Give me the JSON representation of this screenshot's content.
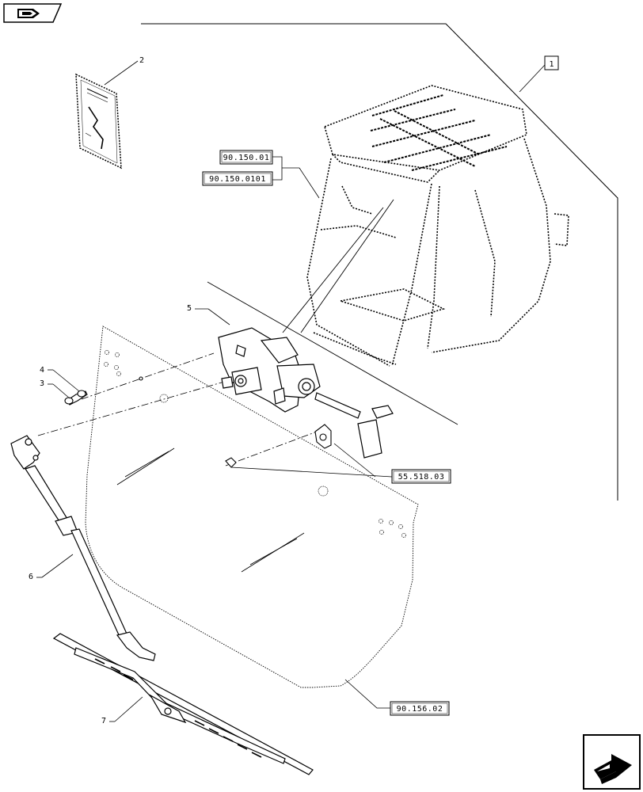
{
  "callouts": {
    "c1": "1",
    "c2": "2",
    "c3": "3",
    "c4": "4",
    "c5": "5",
    "c6": "6",
    "c7": "7"
  },
  "references": {
    "ref_a": "90.150.01",
    "ref_b": "90.150.0101",
    "ref_c": "55.518.03",
    "ref_d": "90.156.02"
  },
  "icons": {
    "top_left": "book-icon",
    "bottom_right": "next-page-arrow-icon"
  }
}
